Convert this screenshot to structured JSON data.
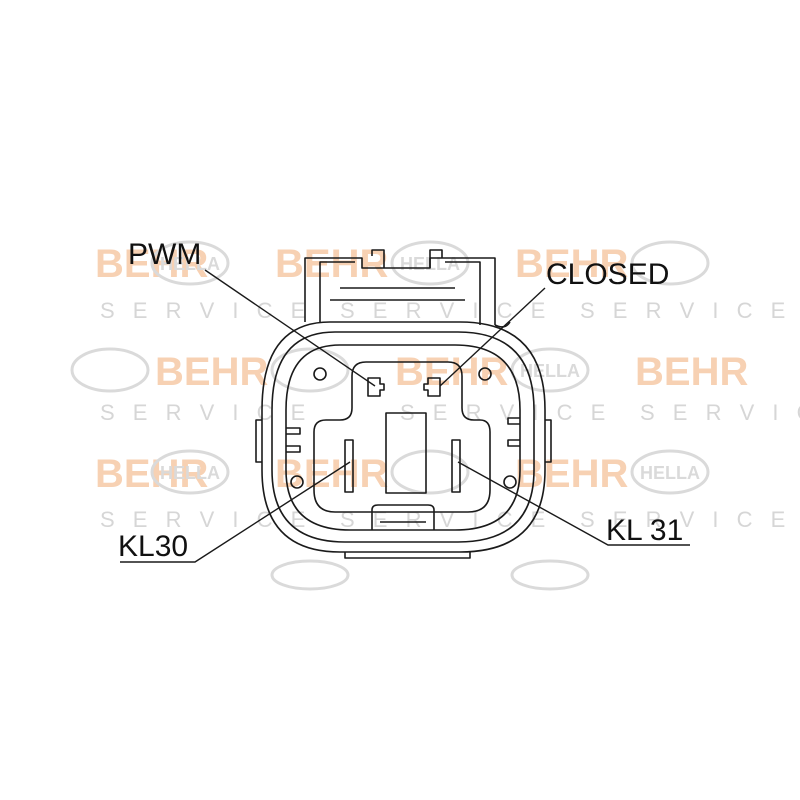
{
  "watermark": {
    "brand_a": "BEHR",
    "brand_b": "HELLA",
    "service": "S E R V I C E",
    "color_a": "#f6c9a6",
    "color_b": "#d4d4d4",
    "color_service": "#cfcfcf"
  },
  "pins": {
    "pwm": "PWM",
    "closed": "CLOSED",
    "kl30": "KL30",
    "kl31": "KL 31"
  },
  "colors": {
    "line": "#1a1a1a",
    "background": "#ffffff"
  }
}
